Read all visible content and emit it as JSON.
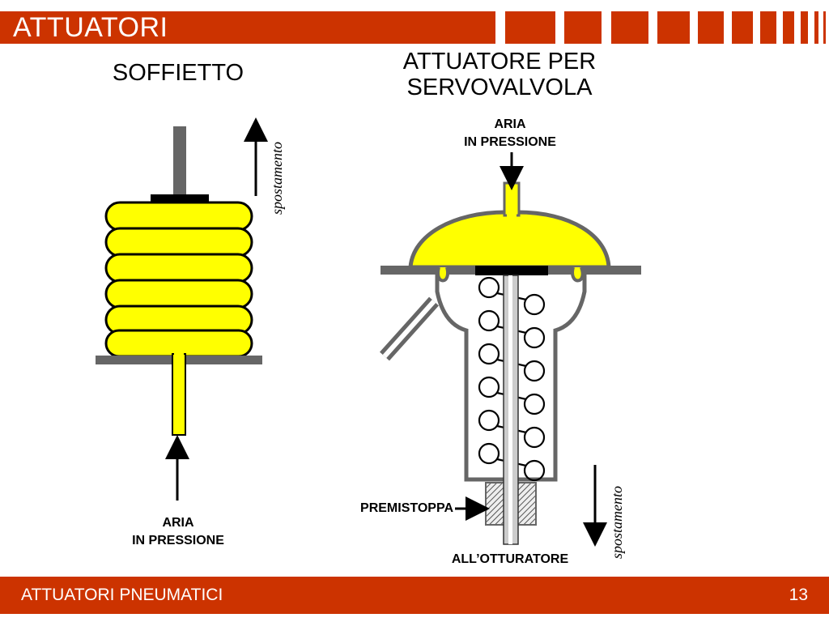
{
  "header": {
    "title": "ATTUATORI"
  },
  "left_diagram": {
    "title": "SOFFIETTO",
    "displacement_label": "spostamento",
    "air_label_line1": "ARIA",
    "air_label_line2": "IN PRESSIONE"
  },
  "right_diagram": {
    "title_line1": "ATTUATORE PER",
    "title_line2": "SERVOVALVOLA",
    "air_label_line1": "ARIA",
    "air_label_line2": "IN PRESSIONE",
    "packing_label": "PREMISTOPPA",
    "plug_label": "ALL’OTTURATORE",
    "displacement_label": "spostamento"
  },
  "footer": {
    "title": "ATTUATORI PNEUMATICI",
    "page_number": "13"
  },
  "colors": {
    "accent": "#cc3300",
    "fill_yellow": "#ffff00",
    "metal_gray": "#666666"
  }
}
